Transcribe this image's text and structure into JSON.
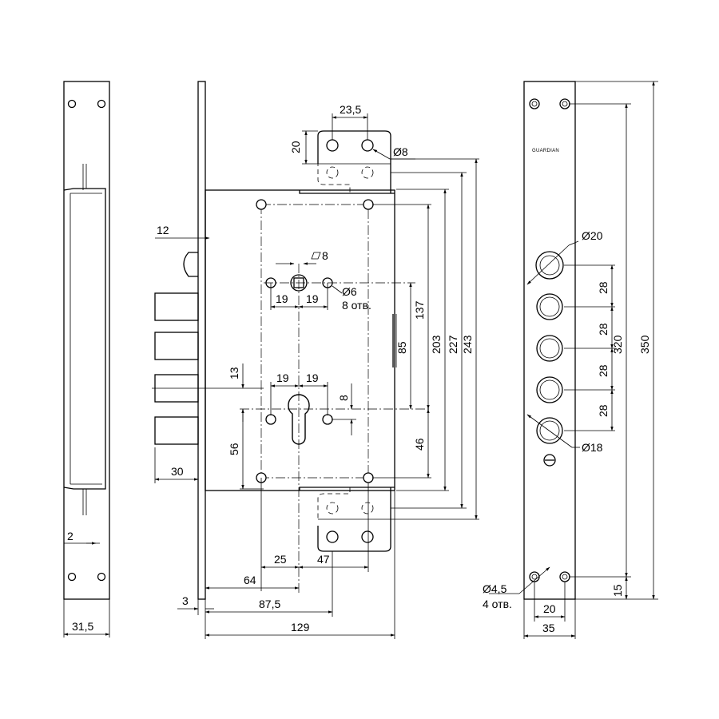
{
  "brand_label": "GUARDIAN",
  "dims": {
    "d31_5": "31,5",
    "d2": "2",
    "d12": "12",
    "d30": "30",
    "d3": "3",
    "d23_5": "23,5",
    "d20_top": "20",
    "hole8": "Ø8",
    "sq8": "8",
    "d19_a": "19",
    "d19_b": "19",
    "hole6": "Ø6",
    "holes8": "8 отв.",
    "d13": "13",
    "d19_c": "19",
    "d19_d": "19",
    "d8_key": "8",
    "d56": "56",
    "d25": "25",
    "d47": "47",
    "d64": "64",
    "d87_5": "87,5",
    "d129": "129",
    "d137": "137",
    "d85": "85",
    "d46": "46",
    "d203": "203",
    "d227": "227",
    "d243": "243",
    "bolt20": "Ø20",
    "bolt18": "Ø18",
    "p28_1": "28",
    "p28_2": "28",
    "p28_3": "28",
    "p28_4": "28",
    "d320": "320",
    "d350": "350",
    "d15": "15",
    "mount45": "Ø4,5",
    "mount4": "4 отв.",
    "d20_front": "20",
    "d35": "35"
  }
}
